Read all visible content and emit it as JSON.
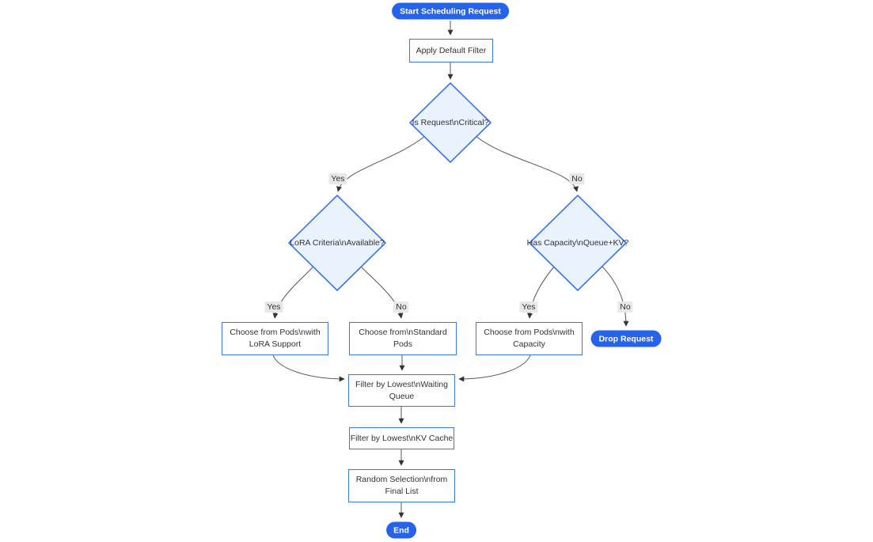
{
  "diagram": {
    "type": "flowchart",
    "nodes": {
      "start": {
        "shape": "stadium",
        "label": "Start Scheduling Request"
      },
      "apply_filter": {
        "shape": "process",
        "label": "Apply Default Filter"
      },
      "is_critical": {
        "shape": "decision",
        "label": "Is Request\\nCritical?"
      },
      "lora_criteria": {
        "shape": "decision",
        "label": "LoRA Criteria\\nAvailable?"
      },
      "has_capacity": {
        "shape": "decision",
        "label": "Has Capacity\\nQueue+KV?"
      },
      "choose_lora": {
        "shape": "process",
        "line1": "Choose from Pods\\nwith",
        "line2": "LoRA Support"
      },
      "choose_standard": {
        "shape": "process",
        "line1": "Choose from\\nStandard",
        "line2": "Pods"
      },
      "choose_capacity": {
        "shape": "process",
        "line1": "Choose from Pods\\nwith",
        "line2": "Capacity"
      },
      "drop_request": {
        "shape": "stadium",
        "label": "Drop Request"
      },
      "filter_queue": {
        "shape": "process",
        "line1": "Filter by Lowest\\nWaiting",
        "line2": "Queue"
      },
      "filter_kv": {
        "shape": "process",
        "line1": "Filter by Lowest\\nKV Cache"
      },
      "random_selection": {
        "shape": "process",
        "line1": "Random Selection\\nfrom",
        "line2": "Final List"
      },
      "end": {
        "shape": "stadium",
        "label": "End"
      }
    },
    "edge_labels": {
      "critical_yes": "Yes",
      "critical_no": "No",
      "lora_yes": "Yes",
      "lora_no": "No",
      "capacity_yes": "Yes",
      "capacity_no": "No"
    },
    "colors": {
      "terminal_fill": "#2563eb",
      "terminal_text": "#ffffff",
      "node_border": "#3b76e8",
      "process_fill": "#ffffff",
      "decision_fill": "#e9f2fd",
      "node_text": "#333333",
      "edge_line": "#555555",
      "arrow_head": "#333333",
      "edge_label_bg": "#e8e8e8",
      "canvas_bg": "#ffffff"
    }
  }
}
